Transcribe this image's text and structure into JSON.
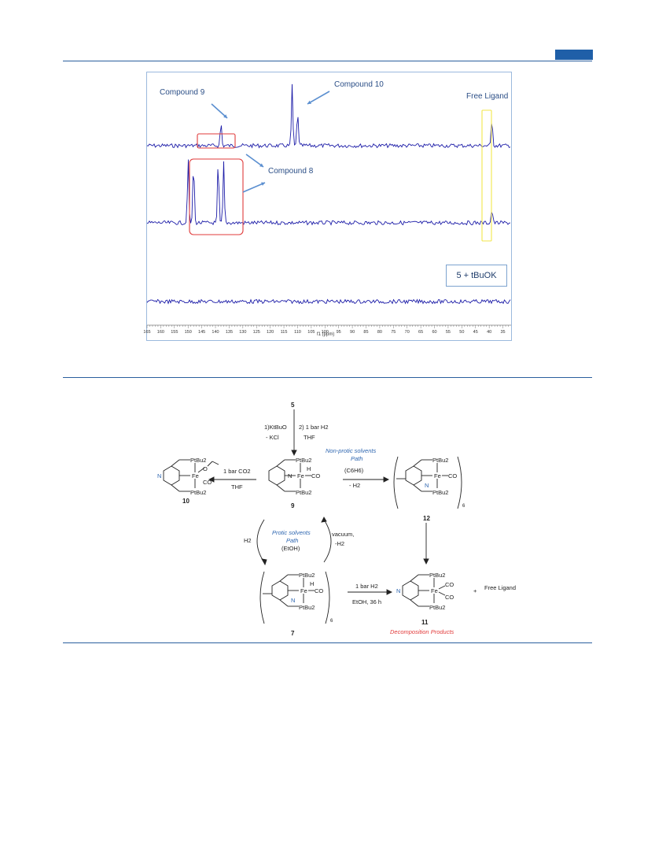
{
  "nmr": {
    "labels": {
      "compound9": "Compound 9",
      "compound10": "Compound 10",
      "compound8": "Compound 8",
      "free_ligand": "Free Ligand",
      "legend": "5 + tBuOK"
    },
    "chart_data": {
      "type": "line",
      "xlabel": "f1 (ppm)",
      "xlim": [
        165,
        32
      ],
      "x_ticks": [
        "165",
        "160",
        "155",
        "150",
        "145",
        "140",
        "135",
        "130",
        "125",
        "120",
        "115",
        "110",
        "105",
        "100",
        "95",
        "90",
        "85",
        "80",
        "75",
        "70",
        "65",
        "60",
        "55",
        "50",
        "45",
        "40",
        "35"
      ],
      "series": [
        {
          "name": "trace-top",
          "peaks_ppm": [
            138,
            112,
            110,
            39
          ]
        },
        {
          "name": "trace-middle",
          "peaks_ppm": [
            150,
            148,
            139,
            137,
            39
          ]
        },
        {
          "name": "trace-bottom",
          "peaks_ppm": []
        }
      ]
    },
    "colors": {
      "trace": "#1c1ca8",
      "arrow": "#5b8fd0",
      "highlight_red": "#e03b3b",
      "highlight_yellow": "#f2e64a"
    }
  },
  "scheme": {
    "top_compound": "5",
    "step1_reagents": "1)KtBuO",
    "step1_byproduct": "- KCl",
    "step2_reagents": "2) 1 bar H2",
    "step2_solvent": "THF",
    "co2_reagent": "1 bar CO2",
    "co2_solvent": "THF",
    "nonprotic_title": "Non-protic solvents",
    "nonprotic_path": "Path",
    "nonprotic_solvent": "(C6H6)",
    "nonprotic_loss": "- H2",
    "protic_title": "Protic solvents",
    "protic_path": "Path",
    "protic_solvent": "(EtOH)",
    "protic_h2": "H2",
    "vacuum": "vacuum,",
    "vacuum_loss": "-H2",
    "decomp_reagent": "1 bar H2",
    "decomp_conditions": "EtOH, 36 h",
    "free_ligand": "Free Ligand",
    "plus": "+",
    "decomp_products": "Decomposition Products",
    "numbers": {
      "c10": "10",
      "c9": "9",
      "c12": "12",
      "c7": "7",
      "c11": "11",
      "n6a": "6",
      "n6b": "6"
    },
    "atoms": {
      "ptbu": "PtBu2",
      "fe": "Fe",
      "co": "CO",
      "h": "H",
      "n": "N",
      "o": "O"
    }
  }
}
